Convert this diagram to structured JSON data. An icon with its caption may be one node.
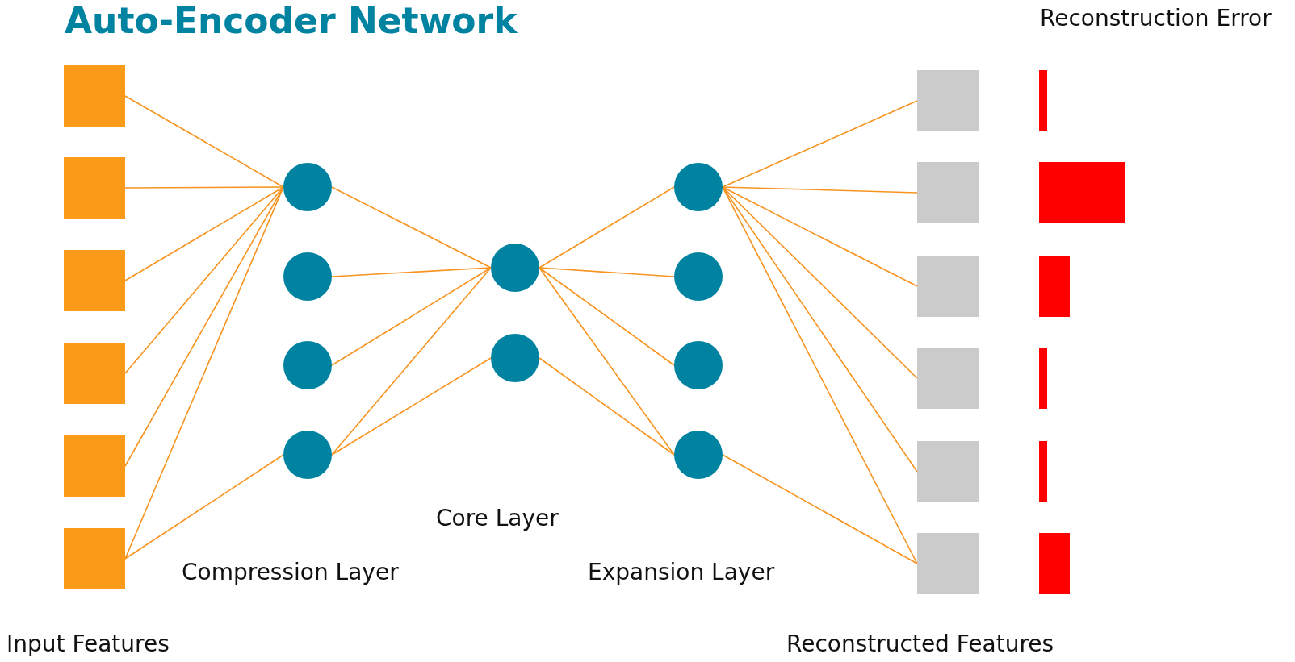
{
  "diagram": {
    "title": "Auto-Encoder Network",
    "nodes": [
      {
        "text": [],
        "shape": "box"
      },
      {
        "text": [],
        "shape": "box"
      },
      {
        "text": [],
        "shape": "box"
      },
      {
        "text": [],
        "shape": "box"
      },
      {
        "text": [],
        "shape": "box"
      },
      {
        "text": [],
        "shape": "box"
      },
      {
        "text": [],
        "shape": "circle"
      },
      {
        "text": [],
        "shape": "circle"
      },
      {
        "text": [],
        "shape": "circle"
      },
      {
        "text": [],
        "shape": "circle"
      },
      {
        "text": [],
        "shape": "circle"
      },
      {
        "text": [],
        "shape": "circle"
      },
      {
        "text": [],
        "shape": "circle"
      },
      {
        "text": [],
        "shape": "circle"
      },
      {
        "text": [],
        "shape": "circle"
      },
      {
        "text": [],
        "shape": "circle"
      },
      {
        "text": [],
        "shape": "box"
      },
      {
        "text": [],
        "shape": "box"
      },
      {
        "text": [],
        "shape": "box"
      },
      {
        "text": [],
        "shape": "box"
      },
      {
        "text": [],
        "shape": "box"
      },
      {
        "text": [],
        "shape": "box"
      }
    ],
    "edges": [
      {
        "from": 0,
        "to": 6,
        "arrow": "none"
      },
      {
        "from": 1,
        "to": 6,
        "arrow": "none"
      },
      {
        "from": 2,
        "to": 6,
        "arrow": "none"
      },
      {
        "from": 3,
        "to": 6,
        "arrow": "none"
      },
      {
        "from": 4,
        "to": 6,
        "arrow": "none"
      },
      {
        "from": 5,
        "to": 6,
        "arrow": "none"
      },
      {
        "from": 5,
        "to": 9,
        "arrow": "none"
      },
      {
        "from": 6,
        "to": 10,
        "arrow": "none"
      },
      {
        "from": 7,
        "to": 10,
        "arrow": "none"
      },
      {
        "from": 8,
        "to": 10,
        "arrow": "none"
      },
      {
        "from": 9,
        "to": 10,
        "arrow": "none"
      },
      {
        "from": 9,
        "to": 11,
        "arrow": "none"
      },
      {
        "from": 10,
        "to": 12,
        "arrow": "none"
      },
      {
        "from": 10,
        "to": 13,
        "arrow": "none"
      },
      {
        "from": 10,
        "to": 14,
        "arrow": "none"
      },
      {
        "from": 10,
        "to": 15,
        "arrow": "none"
      },
      {
        "from": 11,
        "to": 15,
        "arrow": "none"
      },
      {
        "from": 12,
        "to": 16,
        "arrow": "none"
      },
      {
        "from": 12,
        "to": 17,
        "arrow": "none"
      },
      {
        "from": 12,
        "to": 18,
        "arrow": "none"
      },
      {
        "from": 12,
        "to": 19,
        "arrow": "none"
      },
      {
        "from": 12,
        "to": 20,
        "arrow": "none"
      },
      {
        "from": 12,
        "to": 21,
        "arrow": "none"
      },
      {
        "from": 15,
        "to": 21,
        "arrow": "none"
      }
    ],
    "labels": [
      "Reconstruction Error",
      "Core Layer",
      "Compression Layer",
      "Expansion Layer",
      "Input Features",
      "Reconstructed Features"
    ]
  }
}
